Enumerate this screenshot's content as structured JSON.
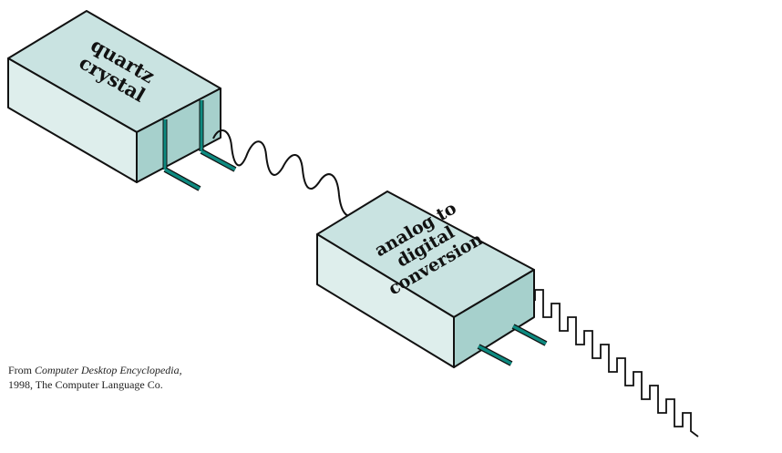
{
  "boxes": {
    "quartz": {
      "line1": "quartz",
      "line2": "crystal"
    },
    "adc": {
      "line1": "analog to",
      "line2": "digital",
      "line3": "conversion"
    }
  },
  "credit": {
    "prefix": "From ",
    "source": "Computer Desktop Encyclopedia,",
    "line2": "1998, The Computer Language Co."
  },
  "colors": {
    "box_top": "#c9e3e1",
    "box_front": "#deeeec",
    "box_end": "#a6d0cc",
    "pin": "#0e8a80",
    "outline": "#111111"
  }
}
